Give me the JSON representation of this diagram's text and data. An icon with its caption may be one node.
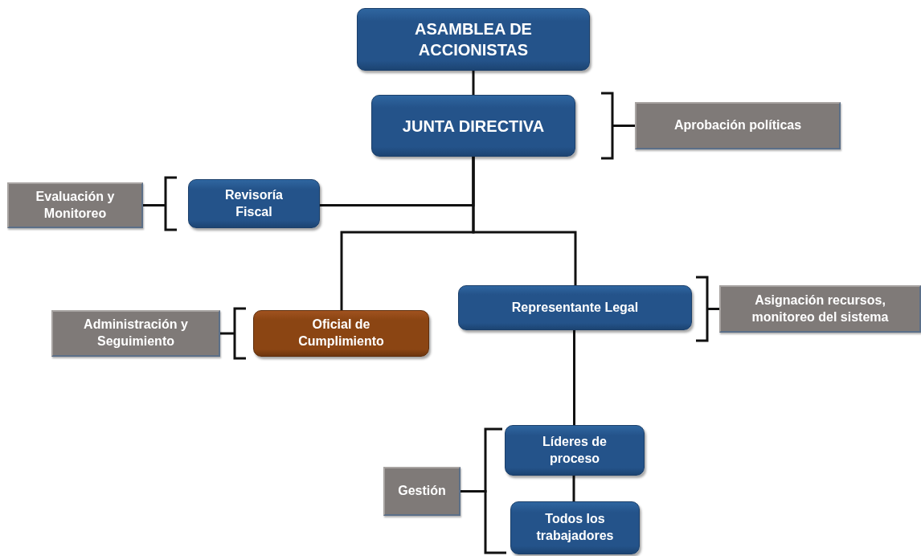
{
  "diagram": {
    "nodes": [
      {
        "text": [
          "ASAMBLEA DE ACCIONISTAS"
        ]
      },
      {
        "text": [
          "JUNTA DIRECTIVA"
        ]
      },
      {
        "text": [
          "Aprobación políticas"
        ]
      },
      {
        "text": [
          "Evaluación y Monitoreo"
        ]
      },
      {
        "text": [
          "Revisoría Fiscal"
        ]
      },
      {
        "text": [
          "Administración y Seguimiento"
        ]
      },
      {
        "text": [
          "Oficial de Cumplimiento"
        ]
      },
      {
        "text": [
          "Representante Legal"
        ]
      },
      {
        "text": [
          "Asignación recursos, monitoreo del sistema"
        ]
      },
      {
        "text": [
          "Gestión"
        ]
      },
      {
        "text": [
          "Líderes de proceso"
        ]
      },
      {
        "text": [
          "Todos los trabajadores"
        ]
      }
    ],
    "edges": [
      {
        "from": 0,
        "to": 1,
        "arrow": "none"
      },
      {
        "from": 1,
        "to": 4,
        "arrow": "none"
      },
      {
        "from": 1,
        "to": 6,
        "arrow": "none"
      },
      {
        "from": 1,
        "to": 7,
        "arrow": "none"
      },
      {
        "from": 7,
        "to": 10,
        "arrow": "none"
      },
      {
        "from": 10,
        "to": 11,
        "arrow": "none"
      },
      {
        "from": 2,
        "to": 1,
        "arrow": "none"
      },
      {
        "from": 3,
        "to": 4,
        "arrow": "none"
      },
      {
        "from": 5,
        "to": 6,
        "arrow": "none"
      },
      {
        "from": 8,
        "to": 7,
        "arrow": "none"
      },
      {
        "from": 9,
        "to": 10,
        "arrow": "none"
      },
      {
        "from": 9,
        "to": 11,
        "arrow": "none"
      }
    ]
  }
}
